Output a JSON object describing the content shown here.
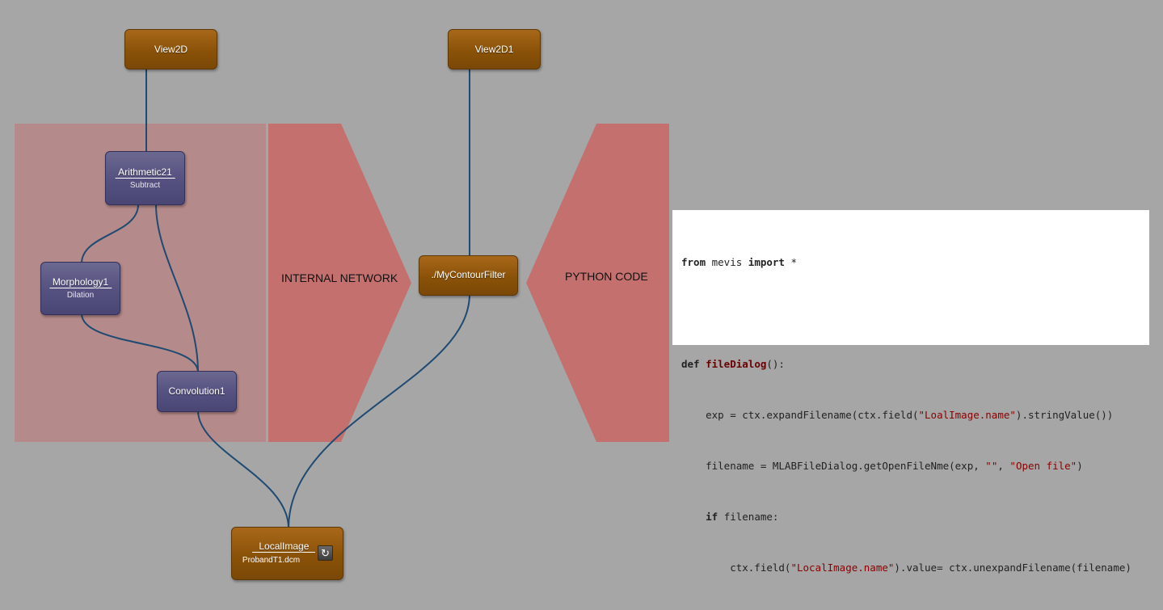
{
  "colors": {
    "background": "#a6a6a6",
    "module_orange": "#8a5208",
    "module_purple": "#545080",
    "connection": "#1f4a72",
    "zone_red": "#c4706f",
    "zone_panel": "#b58a8a"
  },
  "labels": {
    "internal_network": "INTERNAL NETWORK",
    "python_code": "PYTHON CODE"
  },
  "nodes": {
    "view2d": {
      "title": "View2D"
    },
    "view2d1": {
      "title": "View2D1"
    },
    "arithmetic": {
      "title": "Arithmetic21",
      "subtitle": "Subtract"
    },
    "morphology": {
      "title": "Morphology1",
      "subtitle": "Dilation"
    },
    "convolution": {
      "title": "Convolution1"
    },
    "mycontour": {
      "title": "./MyContourFilter"
    },
    "localimage": {
      "title": "LocalImage",
      "subtitle": "ProbandT1.dcm",
      "refresh_icon": "refresh-icon"
    }
  },
  "code": {
    "l1": {
      "a": "from",
      "b": " mevis ",
      "c": "import",
      "d": " *"
    },
    "l3": {
      "a": "def",
      "b": " ",
      "c": "fileDialog",
      "d": "():"
    },
    "l4": {
      "a": "    exp = ctx.expandFilename(ctx.field(",
      "b": "\"LoalImage.name\"",
      "c": ").stringValue())"
    },
    "l5": {
      "a": "    filename = MLABFileDialog.getOpenFileNme(exp, ",
      "b": "\"\"",
      "c": ", ",
      "d": "\"Open file\"",
      "e": ")"
    },
    "l6": {
      "a": "    ",
      "b": "if",
      "c": " filename:"
    },
    "l7": {
      "a": "        ctx.field(",
      "b": "\"LocalImage.name\"",
      "c": ").value= ctx.unexpandFilename(filename)"
    }
  }
}
